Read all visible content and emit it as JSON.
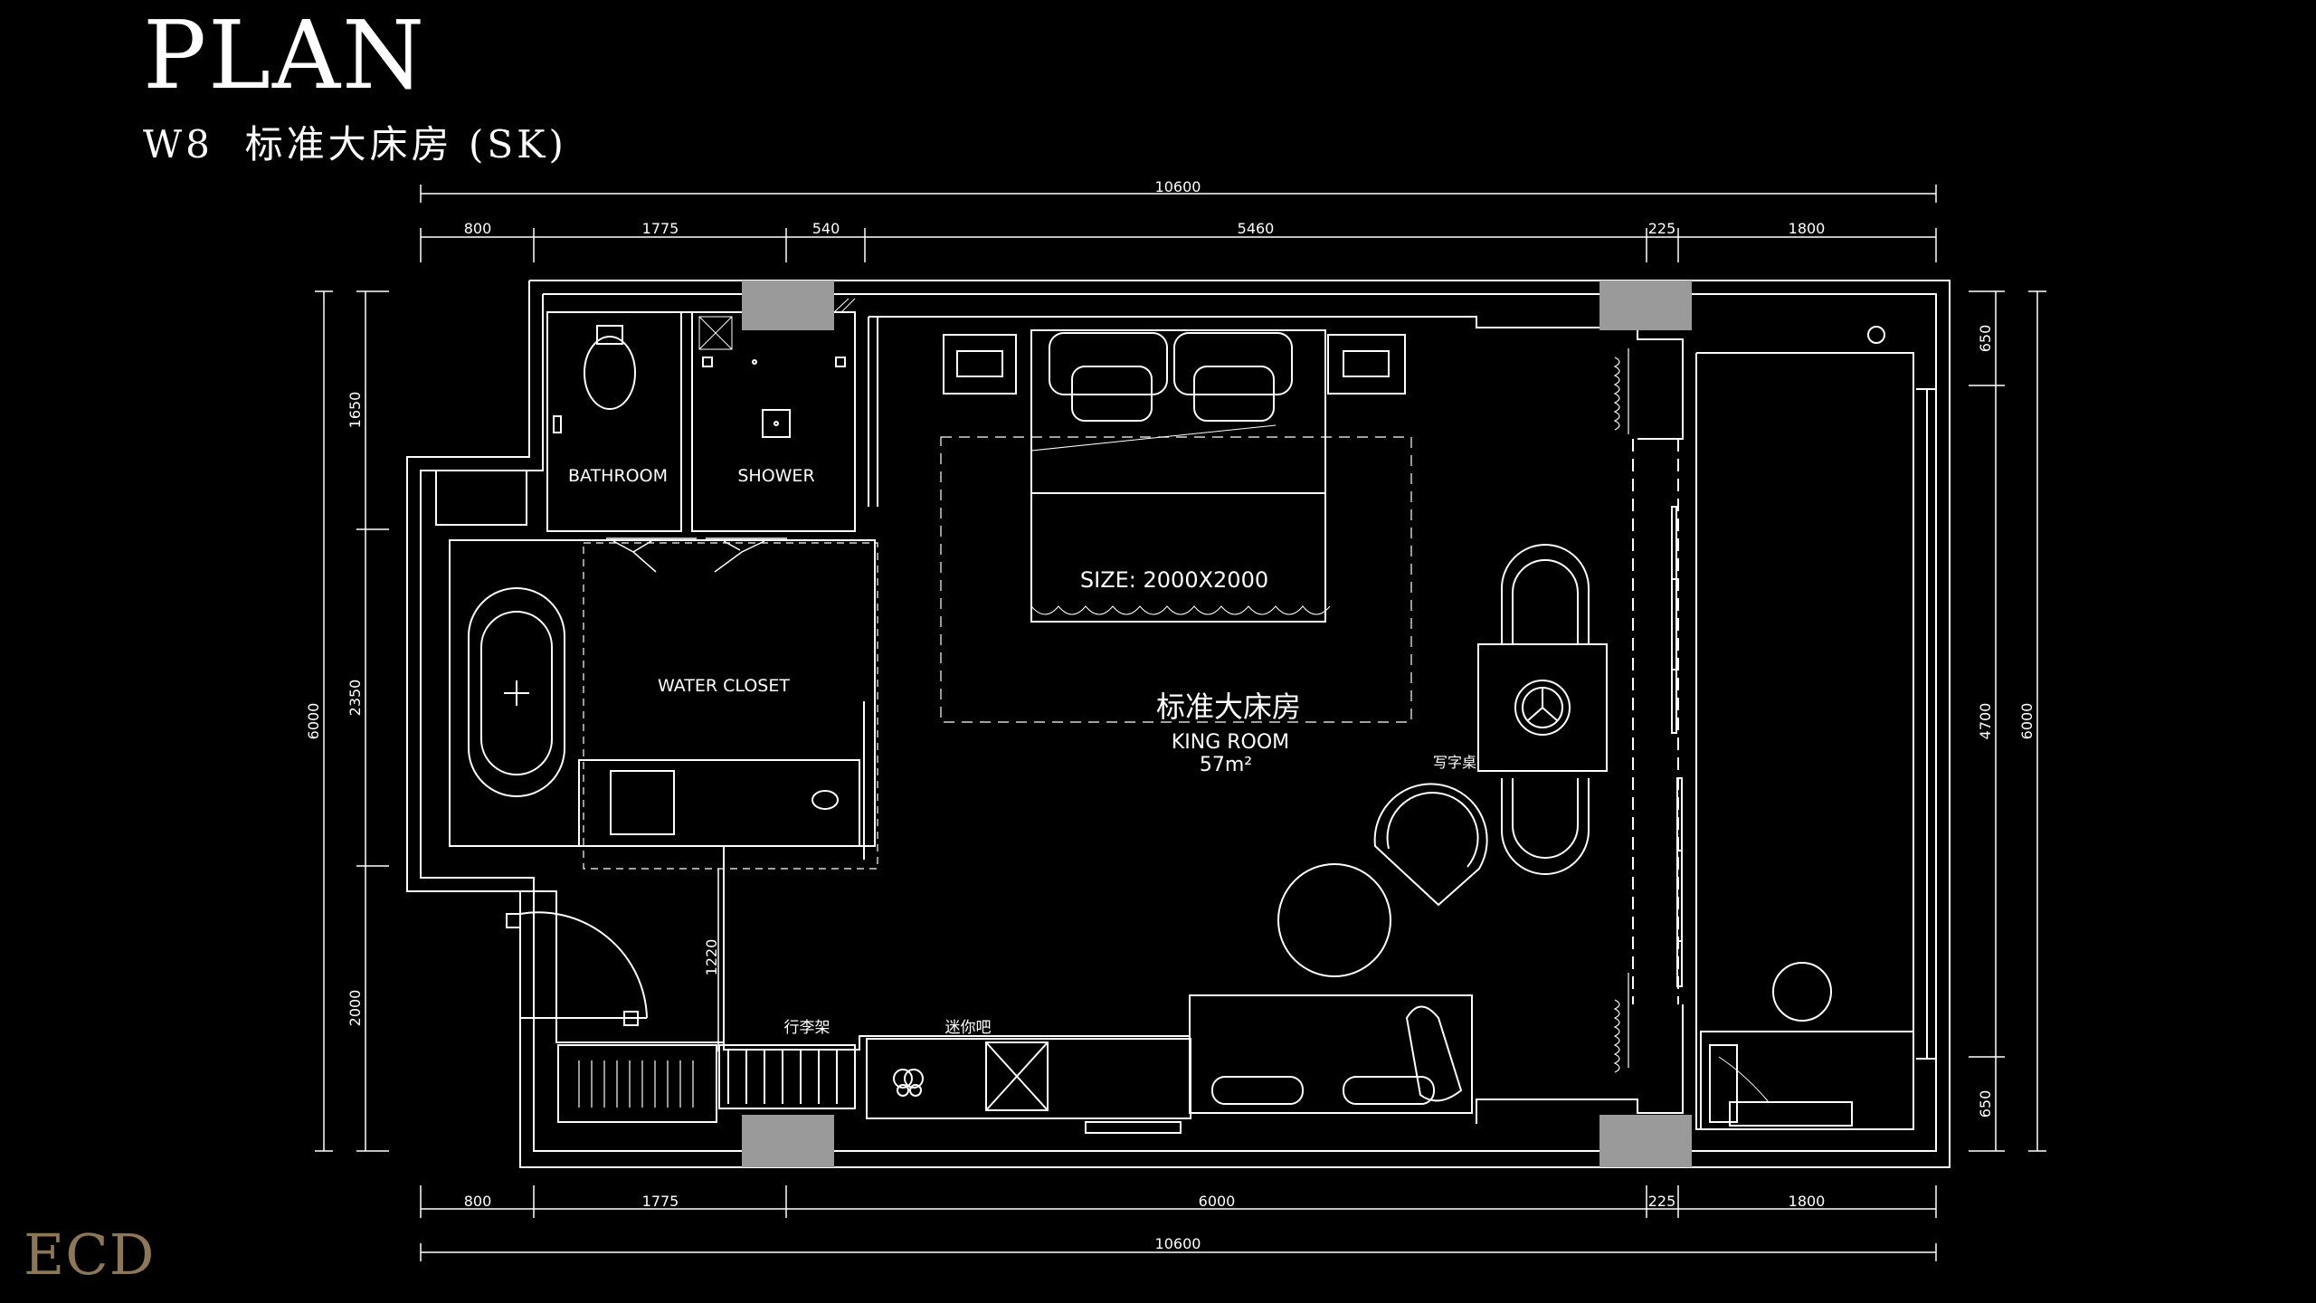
{
  "header": {
    "title": "PLAN",
    "subtitle": "W8  标准大床房 (SK)"
  },
  "logo": {
    "text": "ECD",
    "color": "#8d7755"
  },
  "colors": {
    "background": "#000000",
    "line": "#ffffff",
    "column": "#9a9a9a"
  },
  "dimensions": {
    "top_total": "10600",
    "top_segments": [
      "800",
      "1775",
      "540",
      "5460",
      "225",
      "1800"
    ],
    "bottom_segments": [
      "800",
      "1775",
      "6000",
      "225",
      "1800"
    ],
    "bottom_total": "10600",
    "left_total": "6000",
    "left_segments": [
      "1650",
      "2350",
      "2000"
    ],
    "right_total": "6000",
    "right_segments": [
      "650",
      "4700",
      "650"
    ],
    "door_width": "1220"
  },
  "rooms": {
    "bathroom": "BATHROOM",
    "shower": "SHOWER",
    "water_closet": "WATER CLOSET",
    "bed_size": "SIZE: 2000X2000",
    "room_name_cn": "标准大床房",
    "room_name_en": "KING ROOM",
    "room_area": "57m²",
    "desk": "写字桌",
    "luggage_rack": "行李架",
    "minibar": "迷你吧"
  }
}
